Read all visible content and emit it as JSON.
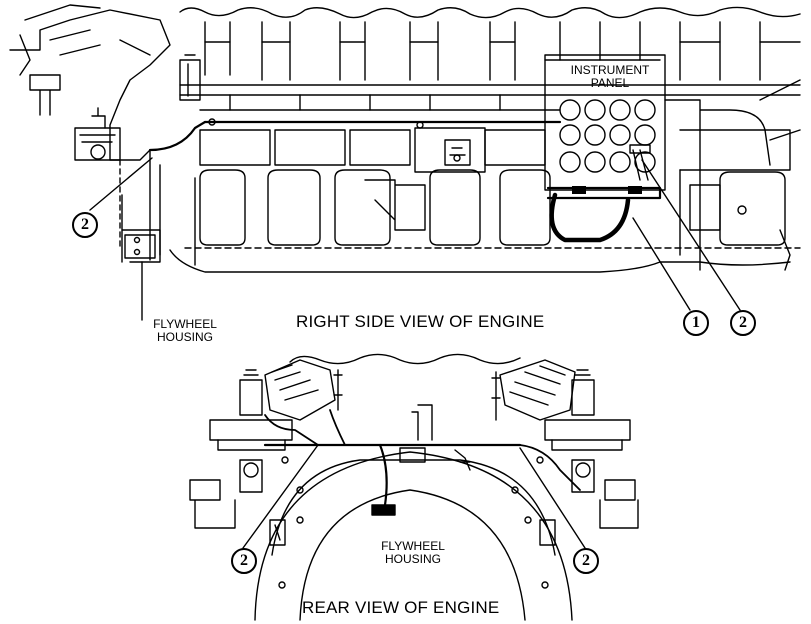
{
  "right_view": {
    "caption": "RIGHT SIDE VIEW OF ENGINE",
    "instrument_panel": [
      "INSTRUMENT",
      "PANEL"
    ],
    "flywheel_housing": [
      "FLYWHEEL",
      "HOUSING"
    ],
    "callouts": [
      "2",
      "1",
      "2"
    ]
  },
  "rear_view": {
    "caption": "REAR VIEW OF ENGINE",
    "flywheel_housing": [
      "FLYWHEEL",
      "HOUSING"
    ],
    "callouts": [
      "2",
      "2"
    ]
  }
}
